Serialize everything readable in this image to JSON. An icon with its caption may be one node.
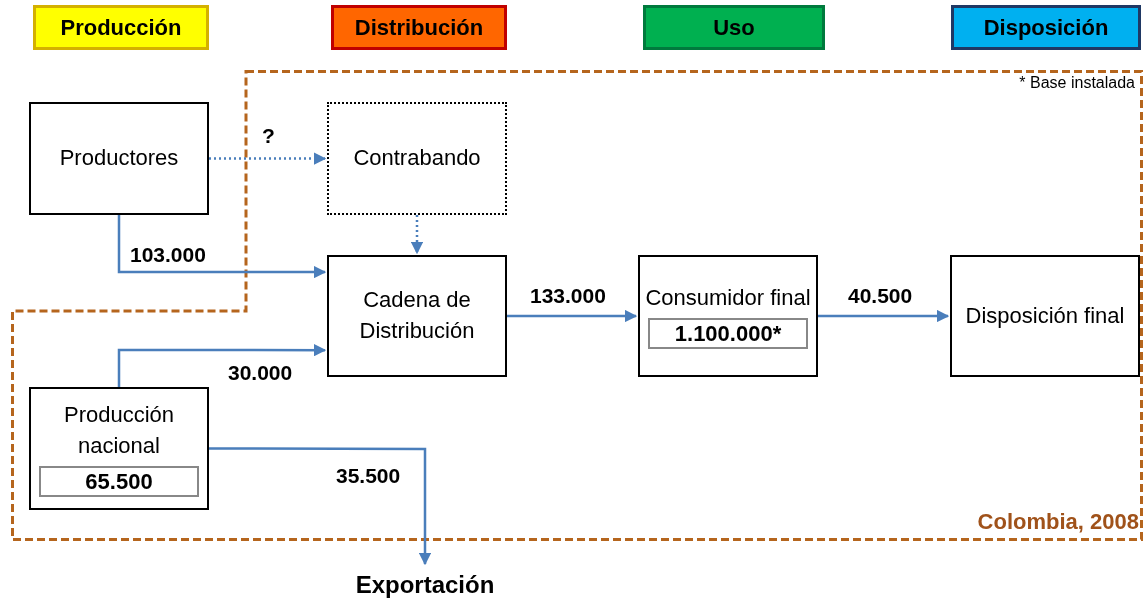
{
  "diagram": {
    "nodes": [
      {
        "text": [
          "Producción"
        ]
      },
      {
        "text": [
          "Distribución"
        ]
      },
      {
        "text": [
          "Uso"
        ]
      },
      {
        "text": [
          "Disposición"
        ]
      },
      {
        "text": [
          "* Base instalada",
          "Colombia, 2008"
        ]
      },
      {
        "text": [
          "Productores"
        ]
      },
      {
        "text": [
          "Contrabando"
        ],
        "in": 4
      },
      {
        "text": [
          "Cadena de Distribución"
        ],
        "in": 4
      },
      {
        "text": [
          "Consumidor final",
          "1.100.000*"
        ],
        "in": 4
      },
      {
        "text": [
          "Disposición final"
        ],
        "in": 4
      },
      {
        "text": [
          "Producción nacional",
          "65.500"
        ],
        "in": 4
      },
      {
        "text": [
          "Exportación"
        ]
      }
    ],
    "edges": [
      {
        "from": 5,
        "to": 6,
        "arrow": "to",
        "label": "?",
        "style": "dashed"
      },
      {
        "from": 5,
        "to": 7,
        "arrow": "to",
        "label": "103.000"
      },
      {
        "from": 6,
        "to": 7,
        "arrow": "to",
        "style": "dashed"
      },
      {
        "from": 10,
        "to": 7,
        "arrow": "to",
        "label": "30.000"
      },
      {
        "from": 7,
        "to": 8,
        "arrow": "to",
        "label": "133.000"
      },
      {
        "from": 8,
        "to": 9,
        "arrow": "to",
        "label": "40.500"
      },
      {
        "from": 10,
        "to": 11,
        "arrow": "to",
        "label": "35.500"
      }
    ]
  }
}
